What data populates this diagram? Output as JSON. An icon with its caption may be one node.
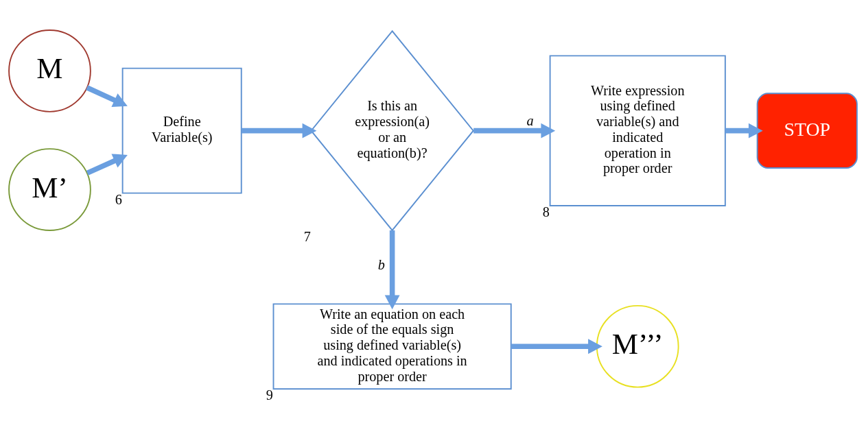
{
  "diagram": {
    "nodes": [
      {
        "text": [
          "M"
        ]
      },
      {
        "text": [
          "M’"
        ]
      },
      {
        "text": [
          "Define Variable(s)"
        ],
        "beside": [
          "6"
        ]
      },
      {
        "text": [
          "Is this an expression(a) or an equation(b)?"
        ],
        "beside": [
          "7"
        ]
      },
      {
        "text": [
          "Write expression using defined variable(s) and indicated operation in proper order"
        ],
        "beside": [
          "8"
        ]
      },
      {
        "text": [
          "STOP"
        ]
      },
      {
        "text": [
          "Write an equation on each side of the equals sign using defined variable(s) and indicated operations in proper order"
        ],
        "beside": [
          "9"
        ]
      },
      {
        "text": [
          "M’’’"
        ]
      }
    ],
    "edges": [
      {
        "from": 0,
        "to": 2,
        "arrow": "to"
      },
      {
        "from": 1,
        "to": 2,
        "arrow": "to"
      },
      {
        "from": 2,
        "to": 3,
        "arrow": "to"
      },
      {
        "from": 3,
        "to": 4,
        "arrow": "to",
        "label": "a"
      },
      {
        "from": 4,
        "to": 5,
        "arrow": "to"
      },
      {
        "from": 3,
        "to": 6,
        "arrow": "to",
        "label": "b"
      },
      {
        "from": 6,
        "to": 7,
        "arrow": "to"
      }
    ]
  }
}
